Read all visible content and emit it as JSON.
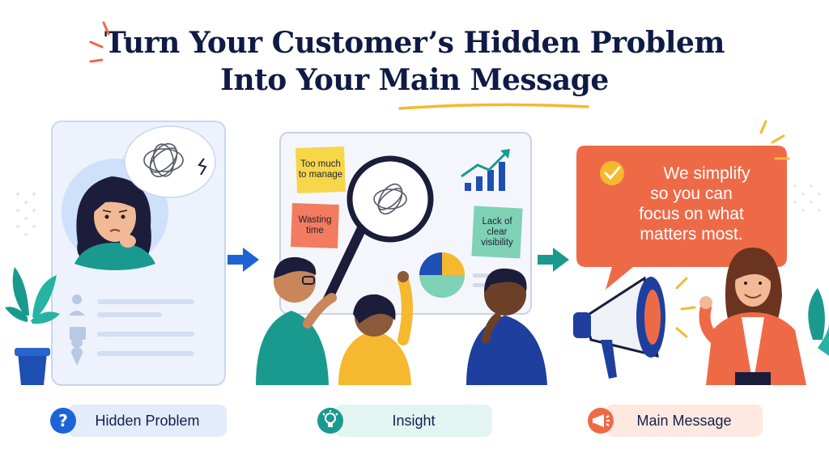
{
  "title": {
    "line1": "Turn Your Customer’s Hidden Problem",
    "line2": "Into Your Main Message"
  },
  "notes": {
    "too_much": "Too much to manage",
    "wasting": "Wasting time",
    "lack": "Lack of clear visibility"
  },
  "bubble": {
    "line1": "We simplify",
    "line2": "so you can",
    "line3": "focus on what",
    "line4": "matters most."
  },
  "steps": [
    {
      "label": "Hidden Problem",
      "icon": "question-icon",
      "color": "#1e63d6"
    },
    {
      "label": "Insight",
      "icon": "lightbulb-icon",
      "color": "#1a9a8f"
    },
    {
      "label": "Main Message",
      "icon": "megaphone-icon",
      "color": "#ee6a47"
    }
  ],
  "colors": {
    "navy": "#0f1b45",
    "blue": "#1e63d6",
    "teal": "#1a9a8f",
    "orange": "#ee6a47",
    "yellow": "#f5b82e"
  }
}
